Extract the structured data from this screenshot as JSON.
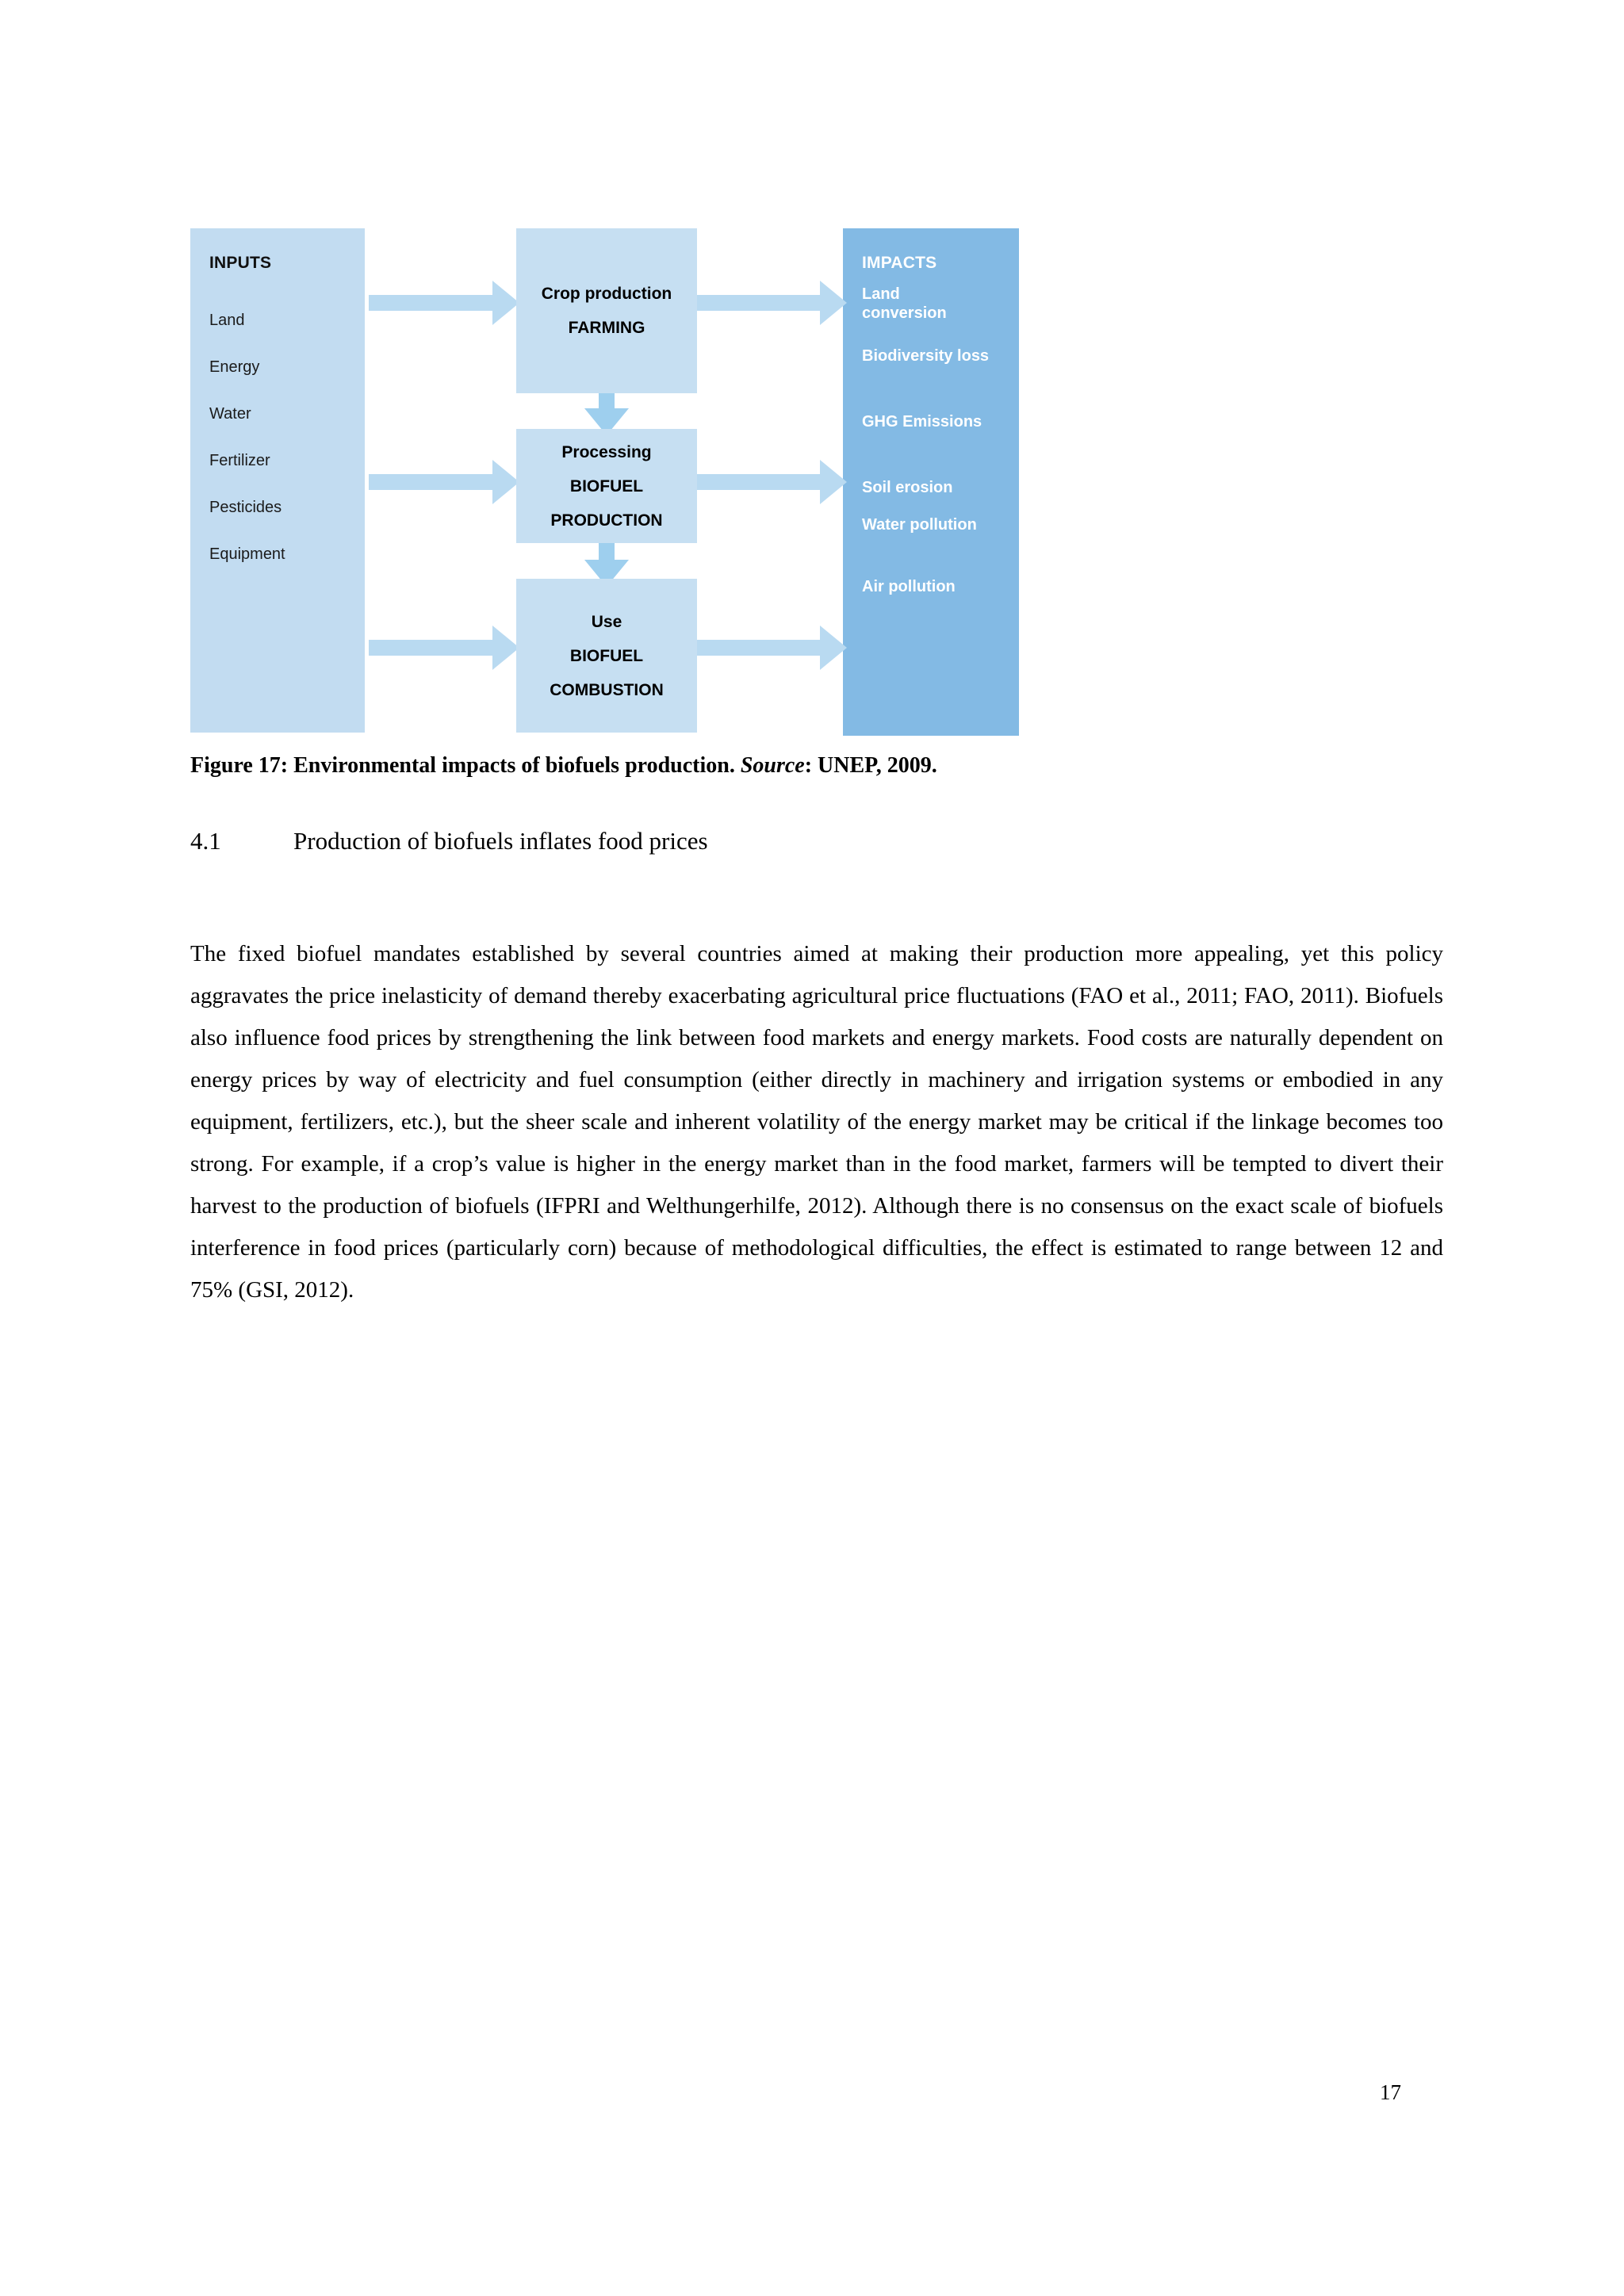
{
  "figure": {
    "inputs_panel": {
      "title": "INPUTS",
      "items": [
        "Land",
        "Energy",
        "Water",
        "Fertilizer",
        "Pesticides",
        "Equipment"
      ]
    },
    "process_boxes": [
      {
        "id": "farming",
        "lines": [
          "Crop production",
          "FARMING"
        ]
      },
      {
        "id": "production",
        "lines": [
          "Processing",
          "BIOFUEL",
          "PRODUCTION"
        ]
      },
      {
        "id": "use",
        "lines": [
          "Use",
          "BIOFUEL",
          "COMBUSTION"
        ]
      }
    ],
    "impacts_panel": {
      "title": "IMPACTS",
      "items": [
        "Land conversion",
        "Biodiversity loss",
        "GHG Emissions",
        "Soil erosion",
        "Water pollution",
        "Air pollution"
      ]
    },
    "colors": {
      "inputs_panel_bg": "#c2dcf1",
      "impacts_panel_bg": "#83bae4",
      "process_box_bg": "#c6dff2",
      "arrow_horizontal": "#b9daf1",
      "arrow_vertical": "#9ecfee",
      "page_bg": "#ffffff",
      "text_dark": "#000000",
      "text_light": "#ffffff"
    }
  },
  "caption": {
    "prefix": "Figure 17: Environmental impacts of biofuels production. ",
    "source_label": "Source",
    "source_value": ": UNEP, 2009."
  },
  "section": {
    "number": "4.1",
    "title": "Production of biofuels inflates food prices"
  },
  "paragraph": {
    "text": "The fixed biofuel mandates established by several countries aimed at making their production more appealing, yet this policy aggravates the price inelasticity of demand thereby exacerbating agricultural price fluctuations (FAO et al., 2011; FAO, 2011). Biofuels also influence food prices by strengthening the link between food markets and energy markets. Food costs are naturally dependent on energy prices by way of electricity and fuel consumption (either directly in machinery and irrigation systems or embodied in any equipment, fertilizers, etc.), but the sheer scale and inherent volatility of the energy market may be critical if the linkage becomes too strong. For example, if a crop’s value is higher in the energy market than in the food market, farmers will be tempted to divert their harvest to the production of biofuels (IFPRI and Welthungerhilfe, 2012). Although there is no consensus on the exact scale of biofuels interference in food prices (particularly corn) because of methodological difficulties, the effect is estimated to range between 12 and 75% (GSI, 2012)."
  },
  "footer": {
    "page_number": "17"
  }
}
